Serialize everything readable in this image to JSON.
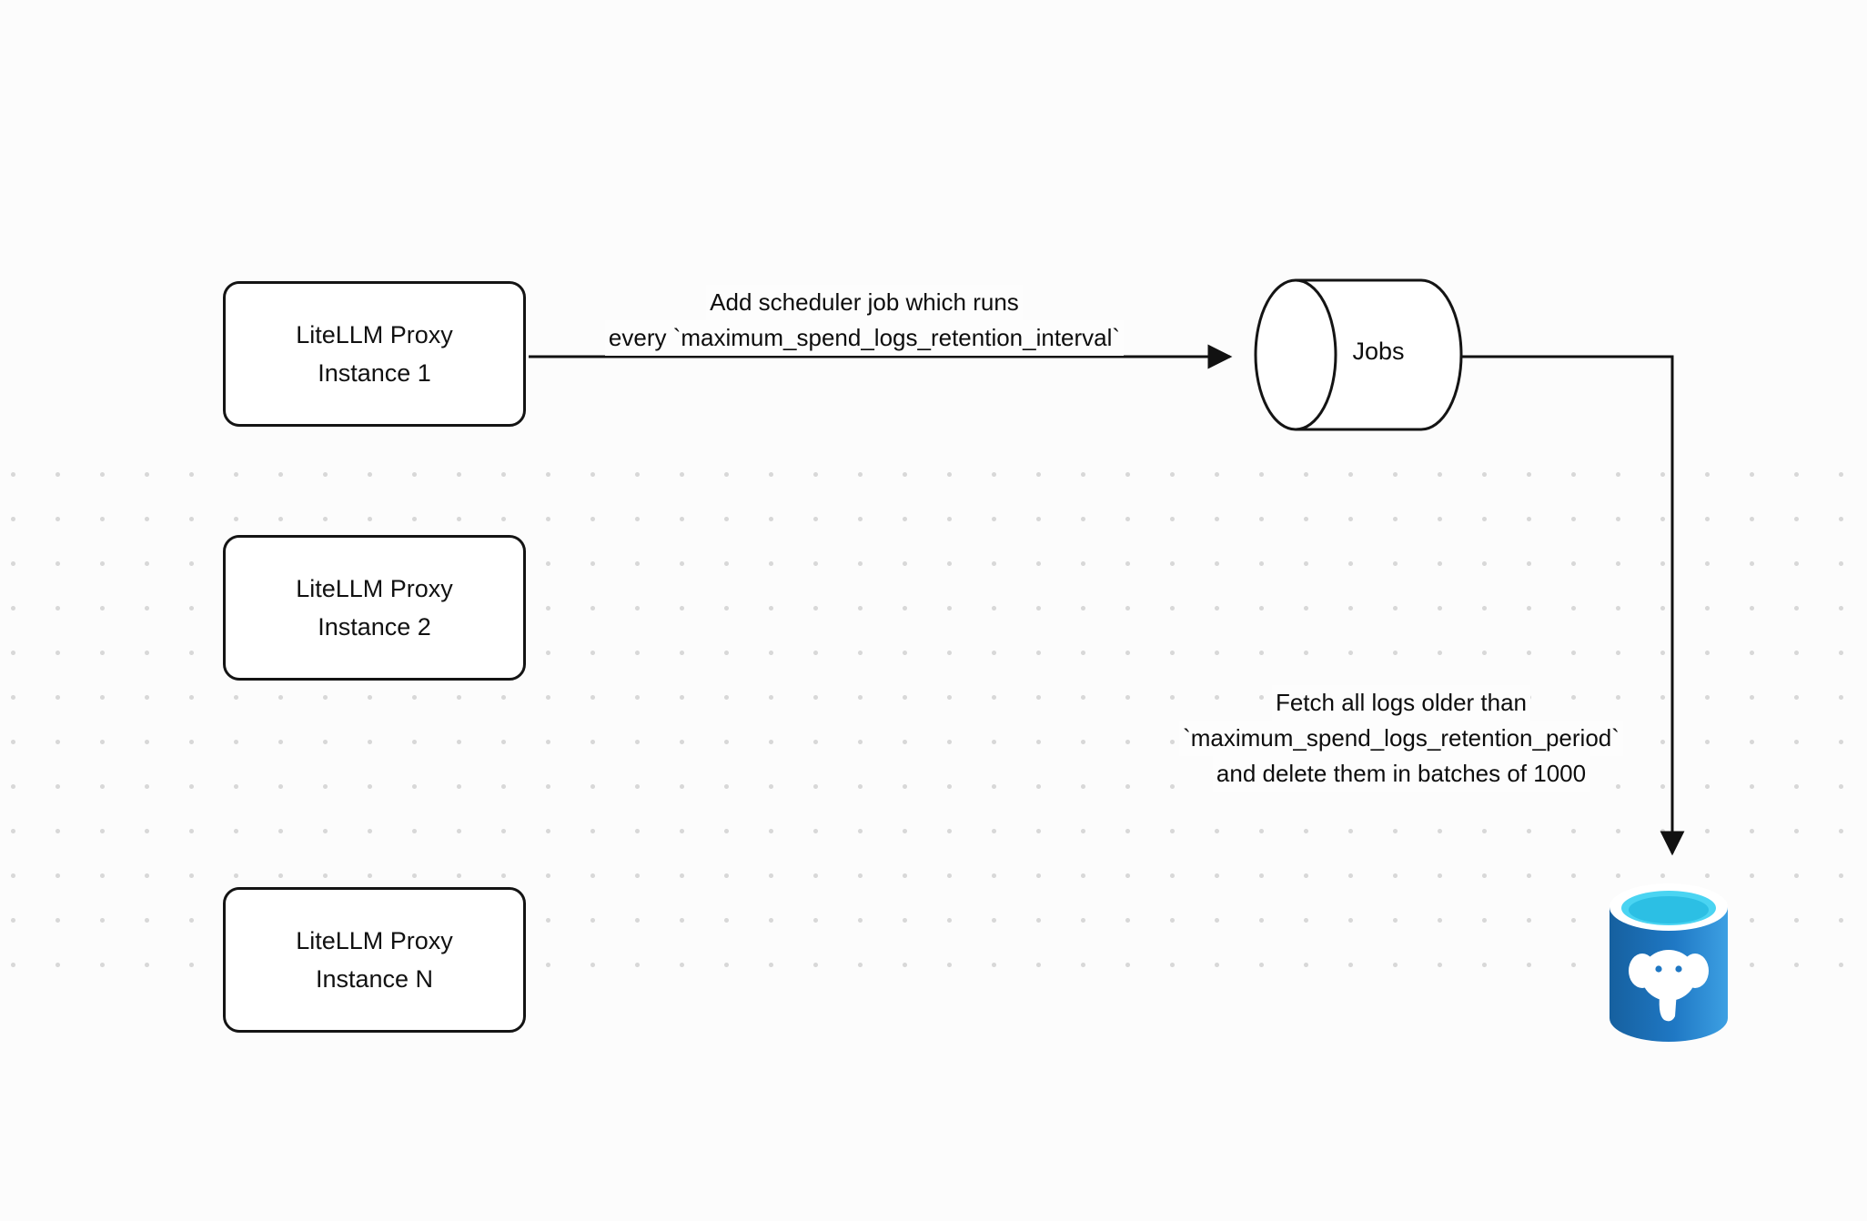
{
  "diagram": {
    "title": "LiteLLM spend logs retention scheduler diagram",
    "nodes": {
      "instance1": {
        "line1": "LiteLLM Proxy",
        "line2": "Instance 1"
      },
      "instance2": {
        "line1": "LiteLLM Proxy",
        "line2": "Instance 2"
      },
      "instanceN": {
        "line1": "LiteLLM Proxy",
        "line2": "Instance N"
      },
      "jobs": {
        "label": "Jobs"
      },
      "database": {
        "icon": "postgresql-database-icon"
      }
    },
    "edges": {
      "scheduler": {
        "line1": "Add scheduler job which runs",
        "line2": "every `maximum_spend_logs_retention_interval`"
      },
      "fetch_delete": {
        "line1": "Fetch all logs older than",
        "line2": "`maximum_spend_logs_retention_period`",
        "line3": "and delete them in batches of 1000"
      }
    },
    "colors": {
      "stroke": "#141414",
      "node_fill": "#ffffff",
      "background": "#fcfcfc",
      "grid_dot": "#d8d8d8",
      "db_blue_dark": "#16609f",
      "db_blue": "#1f78c4",
      "db_blue_light": "#3da0e3",
      "db_cyan": "#4ad4f2",
      "db_rim_white": "#ffffff"
    }
  }
}
